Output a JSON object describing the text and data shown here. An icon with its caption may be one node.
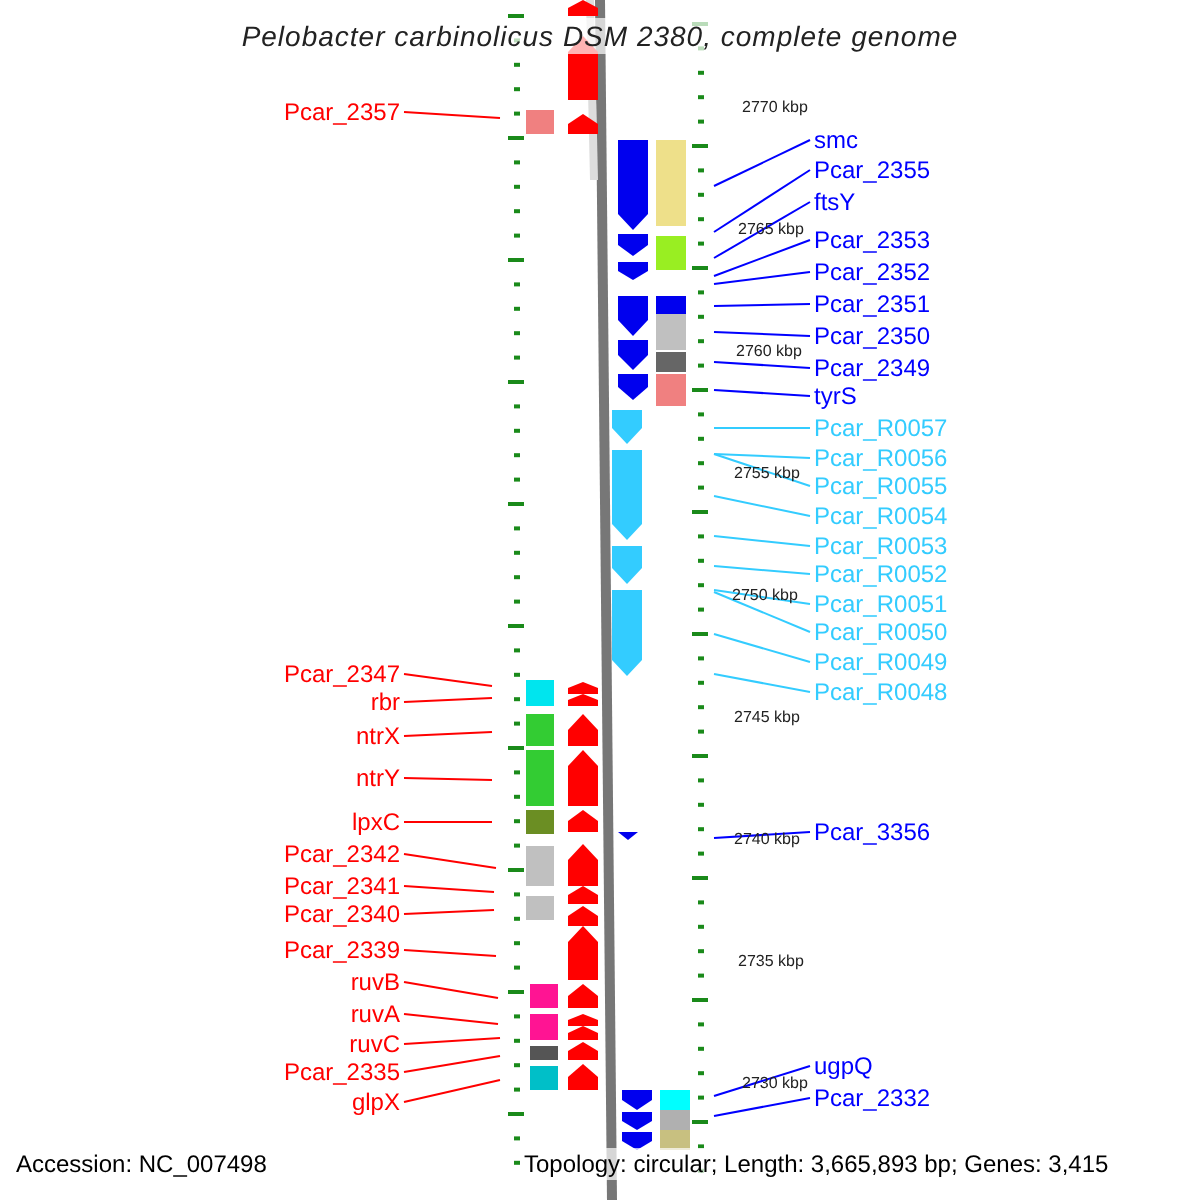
{
  "diagram": {
    "title": "Pelobacter carbinolicus DSM 2380, complete genome",
    "nodes": [
      {
        "text": [
          "Pcar_2357"
        ]
      },
      {
        "text": [
          "smc"
        ]
      },
      {
        "text": [
          "Pcar_2355"
        ]
      },
      {
        "text": [
          "ftsY"
        ]
      },
      {
        "text": [
          "Pcar_2353"
        ]
      },
      {
        "text": [
          "Pcar_2352"
        ]
      },
      {
        "text": [
          "Pcar_2351"
        ]
      },
      {
        "text": [
          "Pcar_2350"
        ]
      },
      {
        "text": [
          "Pcar_2349"
        ]
      },
      {
        "text": [
          "tyrS"
        ]
      },
      {
        "text": [
          "Pcar_R0057"
        ]
      },
      {
        "text": [
          "Pcar_R0056"
        ]
      },
      {
        "text": [
          "Pcar_R0055"
        ]
      },
      {
        "text": [
          "Pcar_R0054"
        ]
      },
      {
        "text": [
          "Pcar_R0053"
        ]
      },
      {
        "text": [
          "Pcar_R0052"
        ]
      },
      {
        "text": [
          "Pcar_R0051"
        ]
      },
      {
        "text": [
          "Pcar_R0050"
        ]
      },
      {
        "text": [
          "Pcar_R0049"
        ]
      },
      {
        "text": [
          "Pcar_R0048"
        ]
      },
      {
        "text": [
          "Pcar_2347"
        ]
      },
      {
        "text": [
          "rbr"
        ]
      },
      {
        "text": [
          "ntrX"
        ]
      },
      {
        "text": [
          "ntrY"
        ]
      },
      {
        "text": [
          "lpxC"
        ]
      },
      {
        "text": [
          "Pcar_2342"
        ]
      },
      {
        "text": [
          "Pcar_2341"
        ]
      },
      {
        "text": [
          "Pcar_2340"
        ]
      },
      {
        "text": [
          "Pcar_3356"
        ]
      },
      {
        "text": [
          "Pcar_2339"
        ]
      },
      {
        "text": [
          "ruvB"
        ]
      },
      {
        "text": [
          "ruvA"
        ]
      },
      {
        "text": [
          "ruvC"
        ]
      },
      {
        "text": [
          "ugpQ"
        ]
      },
      {
        "text": [
          "Pcar_2335"
        ]
      },
      {
        "text": [
          "Pcar_2332"
        ]
      },
      {
        "text": [
          "glpX"
        ]
      }
    ],
    "edges": [
      {
        "from": 0,
        "to": null,
        "arrow": "none"
      },
      {
        "from": 1,
        "to": null,
        "arrow": "none",
        "color": "#0000ff"
      },
      {
        "from": 2,
        "to": null,
        "arrow": "none",
        "color": "#0000ff"
      },
      {
        "from": 3,
        "to": null,
        "arrow": "none",
        "color": "#0000ff"
      },
      {
        "from": 4,
        "to": null,
        "arrow": "none",
        "color": "#0000ff"
      },
      {
        "from": 5,
        "to": null,
        "arrow": "none",
        "color": "#0000ff"
      },
      {
        "from": 6,
        "to": null,
        "arrow": "none",
        "color": "#0000ff"
      },
      {
        "from": 7,
        "to": null,
        "arrow": "none",
        "color": "#0000ff"
      },
      {
        "from": 8,
        "to": null,
        "arrow": "none",
        "color": "#0000ff"
      },
      {
        "from": 9,
        "to": null,
        "arrow": "none",
        "color": "#0000ff"
      },
      {
        "from": 10,
        "to": null,
        "arrow": "none",
        "color": "#33ccff"
      },
      {
        "from": 11,
        "to": null,
        "arrow": "none",
        "color": "#33ccff"
      },
      {
        "from": 12,
        "to": null,
        "arrow": "none",
        "color": "#33ccff"
      },
      {
        "from": 13,
        "to": null,
        "arrow": "none",
        "color": "#33ccff"
      },
      {
        "from": 14,
        "to": null,
        "arrow": "none",
        "color": "#33ccff"
      },
      {
        "from": 15,
        "to": null,
        "arrow": "none",
        "color": "#33ccff"
      },
      {
        "from": 16,
        "to": null,
        "arrow": "none",
        "color": "#33ccff"
      },
      {
        "from": 17,
        "to": null,
        "arrow": "none",
        "color": "#33ccff"
      },
      {
        "from": 18,
        "to": null,
        "arrow": "none",
        "color": "#33ccff"
      },
      {
        "from": 19,
        "to": null,
        "arrow": "none",
        "color": "#33ccff"
      },
      {
        "from": 20,
        "to": null,
        "arrow": "none"
      },
      {
        "from": 21,
        "to": null,
        "arrow": "none"
      },
      {
        "from": 22,
        "to": null,
        "arrow": "none"
      },
      {
        "from": 23,
        "to": null,
        "arrow": "none"
      },
      {
        "from": 24,
        "to": null,
        "arrow": "none"
      },
      {
        "from": 25,
        "to": null,
        "arrow": "none"
      },
      {
        "from": 26,
        "to": null,
        "arrow": "none"
      },
      {
        "from": 27,
        "to": null,
        "arrow": "none"
      },
      {
        "from": 28,
        "to": null,
        "arrow": "none",
        "color": "#0000ff"
      },
      {
        "from": 29,
        "to": null,
        "arrow": "none"
      },
      {
        "from": 30,
        "to": null,
        "arrow": "none"
      },
      {
        "from": 31,
        "to": null,
        "arrow": "none"
      },
      {
        "from": 32,
        "to": null,
        "arrow": "none"
      },
      {
        "from": 33,
        "to": null,
        "arrow": "none",
        "color": "#0000ff"
      },
      {
        "from": 34,
        "to": null,
        "arrow": "none"
      },
      {
        "from": 35,
        "to": null,
        "arrow": "none",
        "color": "#0000ff"
      },
      {
        "from": 36,
        "to": null,
        "arrow": "none"
      }
    ],
    "labels": [
      "2770 kbp",
      "2765 kbp",
      "2760 kbp",
      "2755 kbp",
      "2750 kbp",
      "2745 kbp",
      "2740 kbp",
      "2735 kbp",
      "2730 kbp",
      "Accession: NC_007498",
      "Topology: circular; Length: 3,665,893 bp; Genes: 3,415"
    ]
  }
}
